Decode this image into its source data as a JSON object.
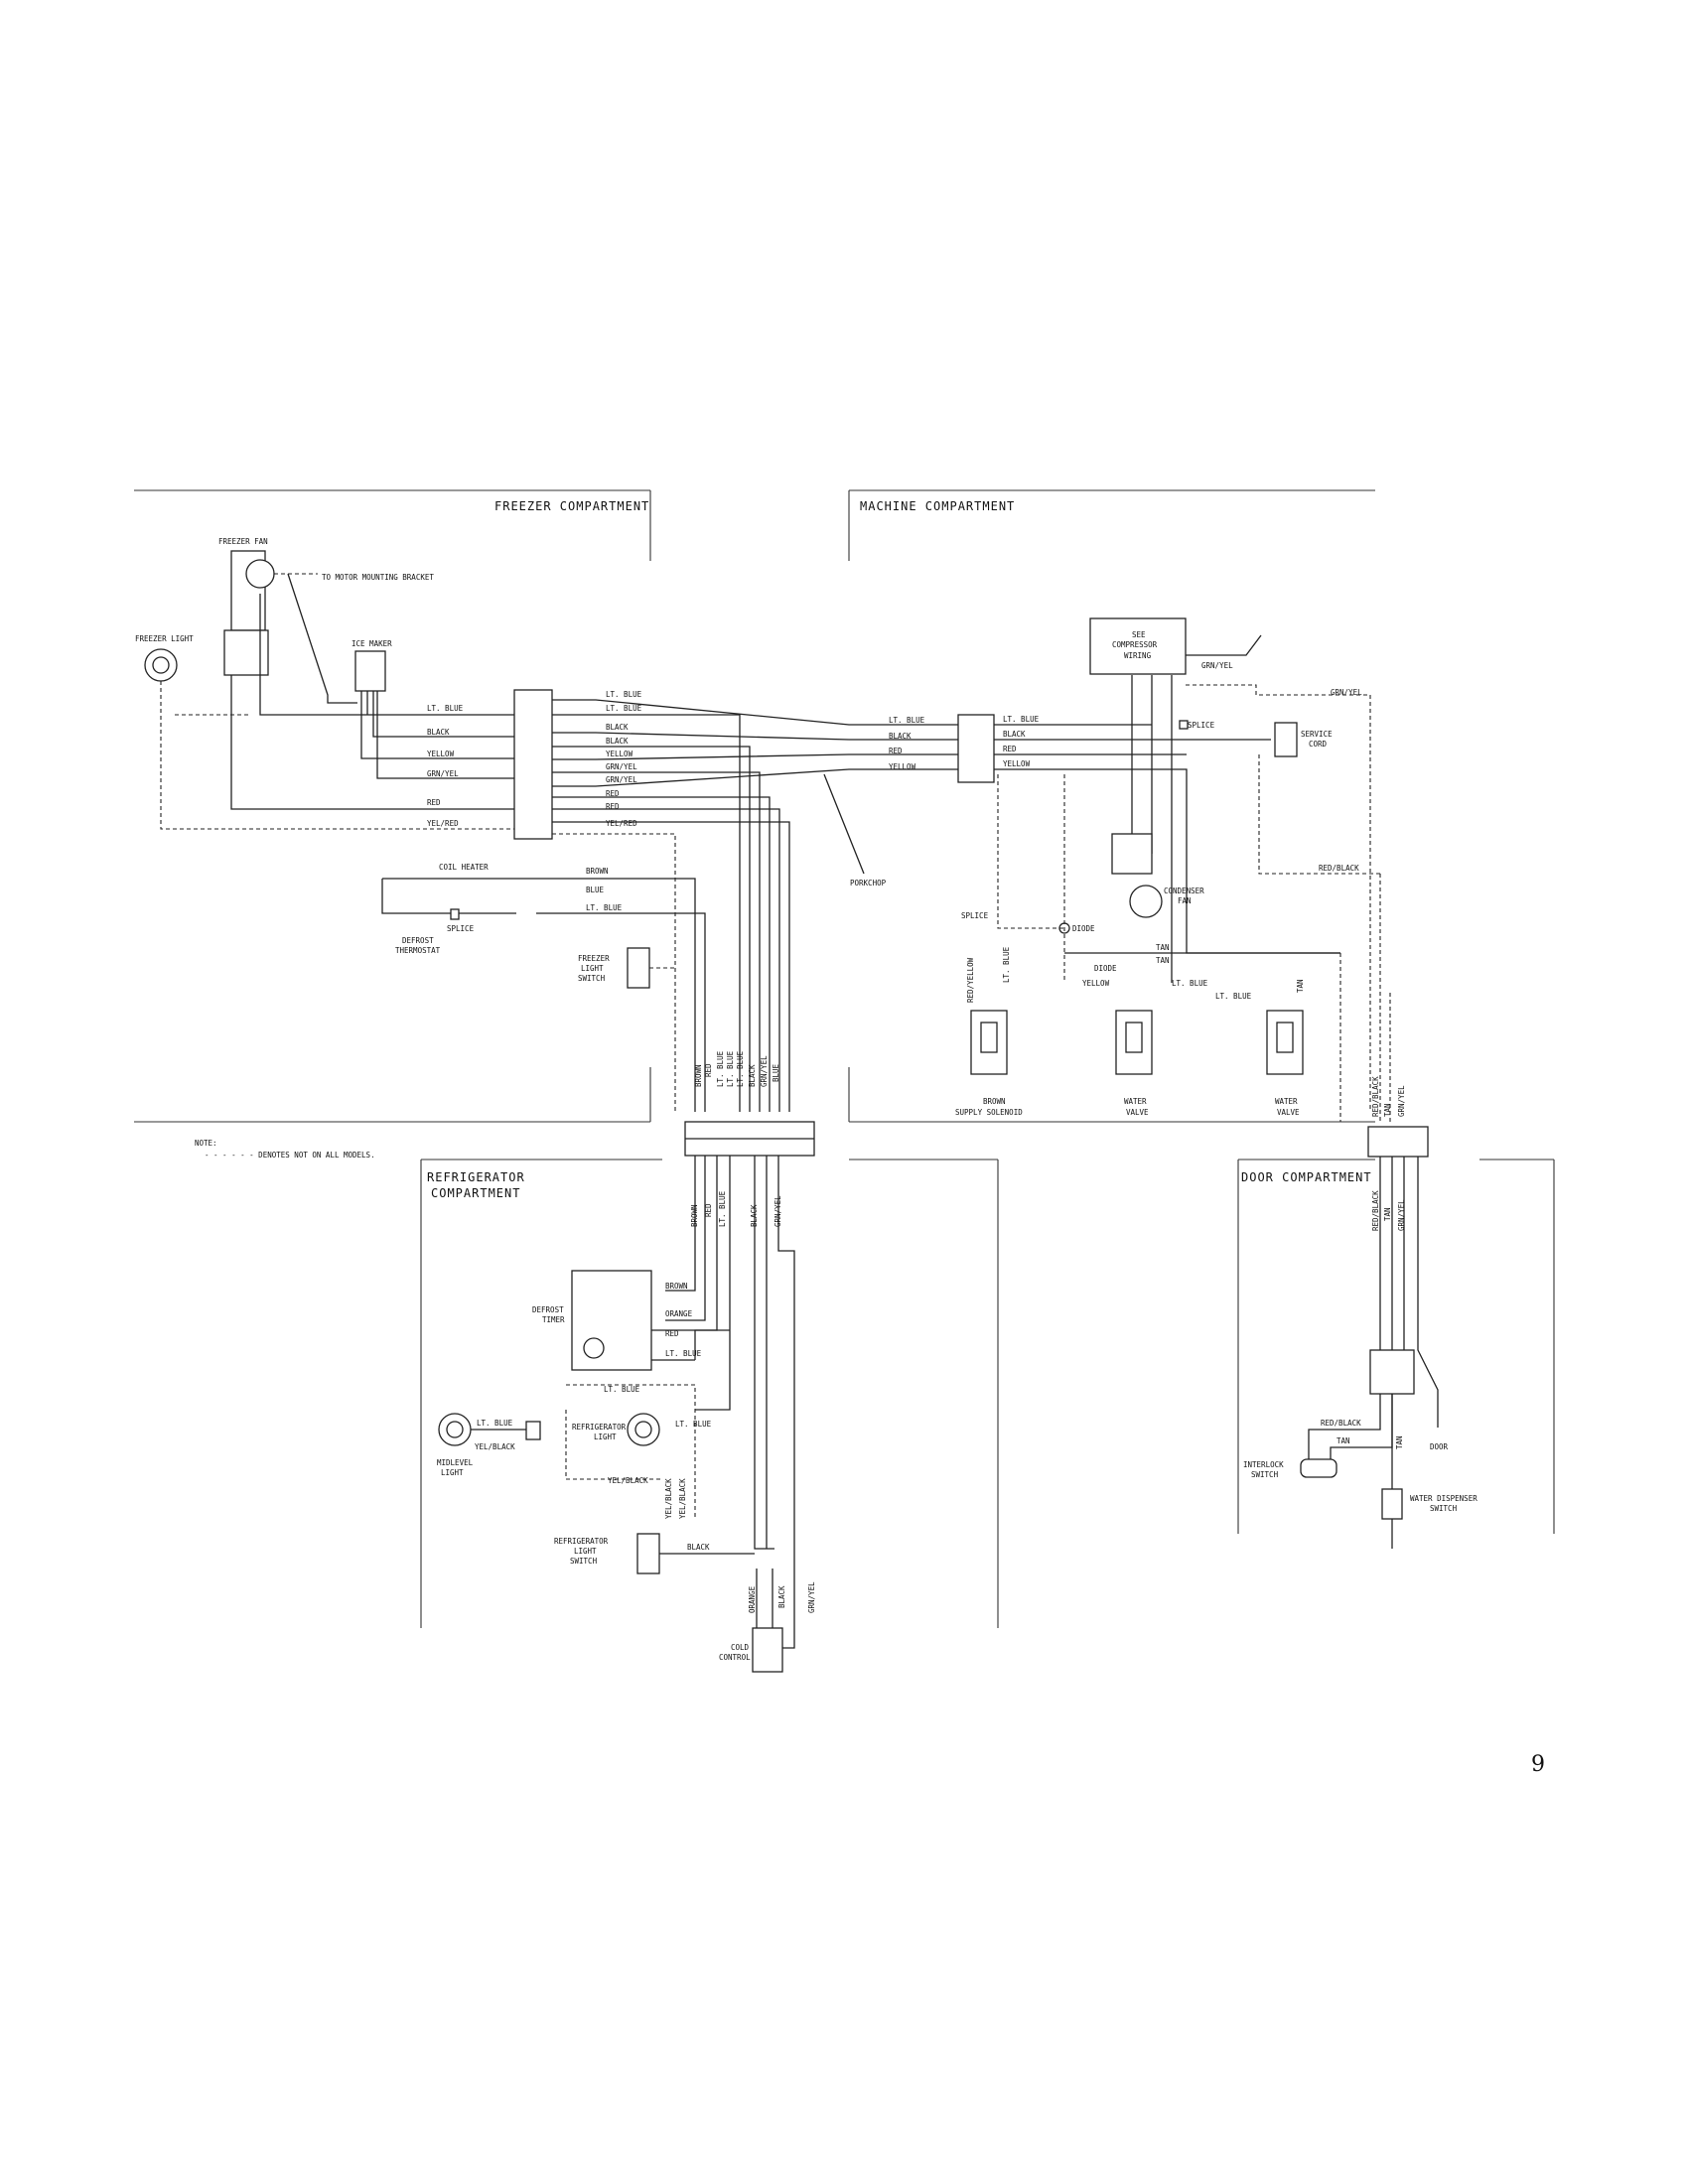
{
  "sections": {
    "freezer": "FREEZER COMPARTMENT",
    "machine": "MACHINE COMPARTMENT",
    "refrigerator_1": "REFRIGERATOR",
    "refrigerator_2": "COMPARTMENT",
    "door": "DOOR COMPARTMENT"
  },
  "note": {
    "heading": "NOTE:",
    "text": "- - - - - - DENOTES NOT ON ALL MODELS."
  },
  "components": {
    "freezer_fan": "FREEZER FAN",
    "motor_bracket": "TO MOTOR MOUNTING BRACKET",
    "freezer_light": "FREEZER LIGHT",
    "ice_maker": "ICE MAKER",
    "coil_heater": "COIL HEATER",
    "splice": "SPLICE",
    "defrost_thermostat_1": "DEFROST",
    "defrost_thermostat_2": "THERMOSTAT",
    "freezer_light_switch_1": "FREEZER",
    "freezer_light_switch_2": "LIGHT",
    "freezer_light_switch_3": "SWITCH",
    "porkchop": "PORKCHOP",
    "compressor_1": "SEE",
    "compressor_2": "COMPRESSOR",
    "compressor_3": "WIRING",
    "splice_machine": "SPLICE",
    "service_cord_1": "SERVICE",
    "service_cord_2": "CORD",
    "condenser_fan_1": "CONDENSER",
    "condenser_fan_2": "FAN",
    "splice_left": "SPLICE",
    "diode": "DIODE",
    "diode2": "DIODE",
    "supply_solenoid_1": "BROWN",
    "supply_solenoid_2": "SUPPLY SOLENOID",
    "water_valve_1a": "WATER",
    "water_valve_1b": "VALVE",
    "water_valve_2a": "WATER",
    "water_valve_2b": "VALVE",
    "defrost_timer_1": "DEFROST",
    "defrost_timer_2": "TIMER",
    "refrigerator_light_1": "REFRIGERATOR",
    "refrigerator_light_2": "LIGHT",
    "midlevel_light_1": "MIDLEVEL",
    "midlevel_light_2": "LIGHT",
    "refrigerator_light_switch_1": "REFRIGERATOR",
    "refrigerator_light_switch_2": "LIGHT",
    "refrigerator_light_switch_3": "SWITCH",
    "cold_control_1": "COLD",
    "cold_control_2": "CONTROL",
    "door": "DOOR",
    "interlock_switch_1": "INTERLOCK",
    "interlock_switch_2": "SWITCH",
    "water_dispenser_switch_1": "WATER DISPENSER",
    "water_dispenser_switch_2": "SWITCH"
  },
  "wire_labels": {
    "lt_blue": "LT. BLUE",
    "black": "BLACK",
    "yellow": "YELLOW",
    "grn_yel": "GRN/YEL",
    "red": "RED",
    "yel_red": "YEL/RED",
    "brown": "BROWN",
    "blue": "BLUE",
    "orange": "ORANGE",
    "tan": "TAN",
    "red_black": "RED/BLACK",
    "yel_black": "YEL/BLACK",
    "red_yellow": "RED/YELLOW"
  },
  "page_number": "9"
}
